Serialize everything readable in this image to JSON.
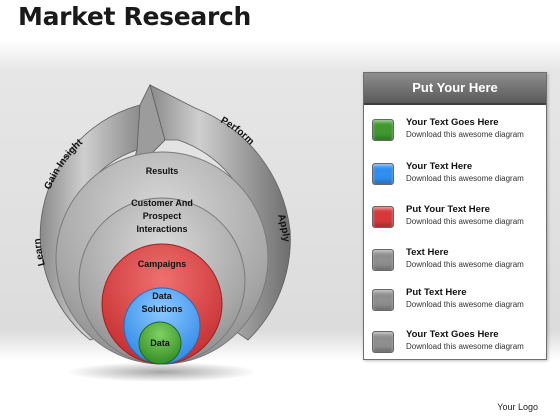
{
  "title": "Market Research",
  "footer": "Your Logo",
  "colors": {
    "green": "#3f9a2e",
    "blue": "#2f8ff0",
    "red": "#d8383a",
    "gray": "#8f8f8f",
    "ring_gray": "#b8b8b8"
  },
  "diagram": {
    "arrow_labels": [
      "Learn",
      "Gain Insight",
      "Perform",
      "Apply"
    ],
    "circles": [
      {
        "label": "Results"
      },
      {
        "label_lines": [
          "Customer And",
          "Prospect",
          "Interactions"
        ]
      },
      {
        "label": "Campaigns"
      },
      {
        "label_lines": [
          "Data",
          "Solutions"
        ]
      },
      {
        "label": "Data"
      }
    ]
  },
  "panel": {
    "header": "Put  Your Here",
    "items": [
      {
        "title": "Your Text Goes Here",
        "desc": "Download this awesome diagram",
        "color": "green"
      },
      {
        "title": "Your Text Here",
        "desc": "Download this awesome diagram",
        "color": "blue"
      },
      {
        "title": "Put Your Text  Here",
        "desc": "Download this awesome diagram",
        "color": "red"
      },
      {
        "title": "Text  Here",
        "desc": "Download this awesome diagram",
        "color": "gray"
      },
      {
        "title": "Put Text  Here",
        "desc": "Download this awesome diagram",
        "color": "gray"
      },
      {
        "title": "Your Text Goes Here",
        "desc": "Download this awesome diagram",
        "color": "gray"
      }
    ]
  }
}
